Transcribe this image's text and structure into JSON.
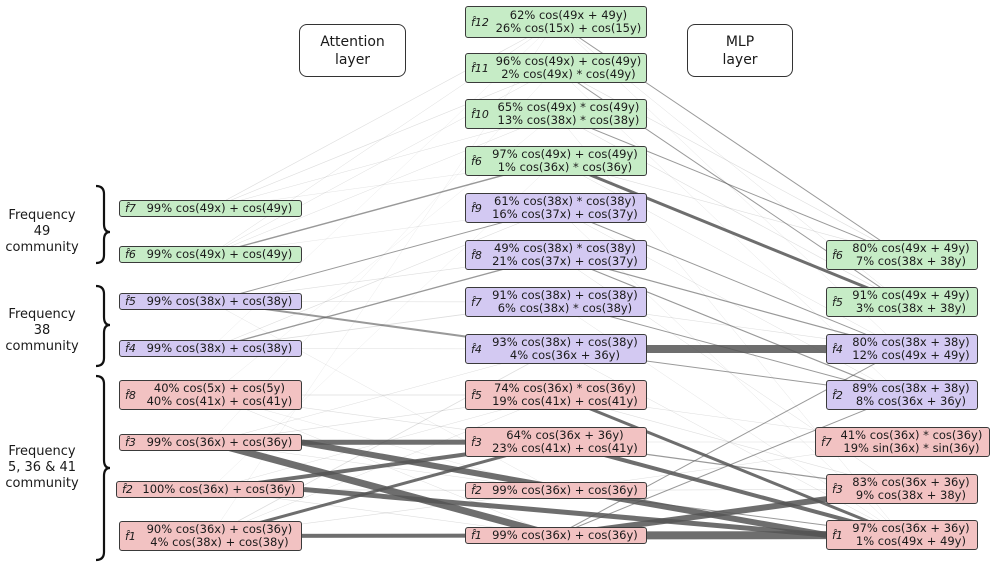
{
  "headers": {
    "attention": [
      "Attention",
      "layer"
    ],
    "mlp": [
      "MLP",
      "layer"
    ]
  },
  "communities": [
    {
      "lines": [
        "Frequency 49",
        "community"
      ]
    },
    {
      "lines": [
        "Frequency 38",
        "community"
      ]
    },
    {
      "lines": [
        "Frequency",
        "5, 36 & 41",
        "community"
      ]
    }
  ],
  "colors": {
    "green": "#c6ecc6",
    "purple": "#d3c9f2",
    "red": "#f2c2c2",
    "edge": "#555555"
  },
  "nodes": {
    "L7": {
      "sym": "f̂7",
      "lines": [
        "99% cos(49x) + cos(49y)"
      ],
      "color": "green"
    },
    "L6": {
      "sym": "f̂6",
      "lines": [
        "99% cos(49x) + cos(49y)"
      ],
      "color": "green"
    },
    "L5": {
      "sym": "f̂5",
      "lines": [
        "99% cos(38x) + cos(38y)"
      ],
      "color": "purple"
    },
    "L4": {
      "sym": "f̂4",
      "lines": [
        "99% cos(38x) + cos(38y)"
      ],
      "color": "purple"
    },
    "L8": {
      "sym": "f̂8",
      "lines": [
        "40% cos(5x) + cos(5y)",
        "40% cos(41x) + cos(41y)"
      ],
      "color": "red"
    },
    "L3": {
      "sym": "f̂3",
      "lines": [
        "99% cos(36x) + cos(36y)"
      ],
      "color": "red"
    },
    "L2": {
      "sym": "f̂2",
      "lines": [
        "100% cos(36x) + cos(36y)"
      ],
      "color": "red"
    },
    "L1": {
      "sym": "f̂1",
      "lines": [
        "90% cos(36x) + cos(36y)",
        "4% cos(38x) + cos(38y)"
      ],
      "color": "red"
    },
    "M12": {
      "sym": "f̂12",
      "lines": [
        "62% cos(49x + 49y)",
        "26% cos(15x) + cos(15y)"
      ],
      "color": "green"
    },
    "M11": {
      "sym": "f̂11",
      "lines": [
        "96% cos(49x) + cos(49y)",
        "2% cos(49x) * cos(49y)"
      ],
      "color": "green"
    },
    "M10": {
      "sym": "f̂10",
      "lines": [
        "65% cos(49x) * cos(49y)",
        "13% cos(38x) * cos(38y)"
      ],
      "color": "green"
    },
    "M6": {
      "sym": "f̂6",
      "lines": [
        "97% cos(49x) + cos(49y)",
        "1% cos(36x) * cos(36y)"
      ],
      "color": "green"
    },
    "M9": {
      "sym": "f̂9",
      "lines": [
        "61% cos(38x) * cos(38y)",
        "16% cos(37x) + cos(37y)"
      ],
      "color": "purple"
    },
    "M8": {
      "sym": "f̂8",
      "lines": [
        "49% cos(38x) * cos(38y)",
        "21% cos(37x) + cos(37y)"
      ],
      "color": "purple"
    },
    "M7": {
      "sym": "f̂7",
      "lines": [
        "91% cos(38x) + cos(38y)",
        "6% cos(38x) * cos(38y)"
      ],
      "color": "purple"
    },
    "M4": {
      "sym": "f̂4",
      "lines": [
        "93% cos(38x) + cos(38y)",
        "4% cos(36x + 36y)"
      ],
      "color": "purple"
    },
    "M5": {
      "sym": "f̂5",
      "lines": [
        "74% cos(36x) * cos(36y)",
        "19% cos(41x) + cos(41y)"
      ],
      "color": "red"
    },
    "M3": {
      "sym": "f̂3",
      "lines": [
        "64% cos(36x + 36y)",
        "23% cos(41x) + cos(41y)"
      ],
      "color": "red"
    },
    "M2": {
      "sym": "f̂2",
      "lines": [
        "99% cos(36x) + cos(36y)"
      ],
      "color": "red"
    },
    "M1": {
      "sym": "f̂1",
      "lines": [
        "99% cos(36x) + cos(36y)"
      ],
      "color": "red"
    },
    "R6": {
      "sym": "f̂6",
      "lines": [
        "80% cos(49x + 49y)",
        "7% cos(38x + 38y)"
      ],
      "color": "green"
    },
    "R5": {
      "sym": "f̂5",
      "lines": [
        "91% cos(49x + 49y)",
        "3% cos(38x + 38y)"
      ],
      "color": "green"
    },
    "R4": {
      "sym": "f̂4",
      "lines": [
        "80% cos(38x + 38y)",
        "12% cos(49x + 49y)"
      ],
      "color": "purple"
    },
    "R2": {
      "sym": "f̂2",
      "lines": [
        "89% cos(38x + 38y)",
        "8% cos(36x + 36y)"
      ],
      "color": "purple"
    },
    "R7": {
      "sym": "f̂7",
      "lines": [
        "41% cos(36x) * cos(36y)",
        "19% sin(36x) * sin(36y)"
      ],
      "color": "red"
    },
    "R3": {
      "sym": "f̂3",
      "lines": [
        "83% cos(36x + 36y)",
        "9% cos(38x + 38y)"
      ],
      "color": "red"
    },
    "R1": {
      "sym": "f̂1",
      "lines": [
        "97% cos(36x + 36y)",
        "1% cos(49x + 49y)"
      ],
      "color": "red"
    }
  },
  "edges": [
    [
      "L3",
      "M1",
      7
    ],
    [
      "L3",
      "R1",
      6
    ],
    [
      "L3",
      "M3",
      5
    ],
    [
      "L2",
      "M3",
      4
    ],
    [
      "L2",
      "R1",
      5
    ],
    [
      "L1",
      "M1",
      4
    ],
    [
      "L1",
      "M3",
      3
    ],
    [
      "M1",
      "R1",
      8
    ],
    [
      "M1",
      "R3",
      6
    ],
    [
      "M4",
      "R4",
      8
    ],
    [
      "M3",
      "R1",
      4
    ],
    [
      "M5",
      "R1",
      3
    ],
    [
      "M6",
      "R5",
      3
    ],
    [
      "L5",
      "M4",
      2
    ],
    [
      "L6",
      "M6",
      1.4
    ],
    [
      "L4",
      "M8",
      1.3
    ],
    [
      "L5",
      "M9",
      1
    ],
    [
      "M8",
      "R2",
      1.2
    ],
    [
      "M8",
      "R4",
      1.2
    ],
    [
      "M9",
      "R4",
      1
    ],
    [
      "M11",
      "R5",
      1
    ],
    [
      "M12",
      "R6",
      1
    ],
    [
      "M10",
      "R6",
      1
    ],
    [
      "M7",
      "R2",
      1
    ],
    [
      "M2",
      "R1",
      1
    ],
    [
      "M4",
      "R2",
      1
    ],
    [
      "M1",
      "R4",
      1
    ],
    [
      "M1",
      "R2",
      1
    ],
    [
      "M3",
      "R3",
      1.3
    ],
    [
      "L1",
      "M4",
      0.8
    ],
    [
      "L8",
      "M5",
      0.8
    ],
    [
      "L2",
      "M2",
      0.8
    ],
    [
      "L7",
      "M12",
      0.6
    ],
    [
      "L7",
      "M11",
      0.6
    ],
    [
      "L7",
      "M10",
      0.5
    ],
    [
      "L6",
      "M12",
      0.5
    ],
    [
      "L6",
      "M11",
      0.5
    ],
    [
      "L6",
      "M10",
      0.5
    ],
    [
      "L4",
      "M7",
      0.8
    ],
    [
      "L4",
      "M9",
      0.6
    ],
    [
      "L5",
      "M7",
      0.6
    ],
    [
      "L5",
      "M8",
      0.6
    ],
    [
      "L8",
      "M3",
      0.6
    ],
    [
      "L8",
      "M1",
      0.5
    ],
    [
      "L3",
      "M5",
      0.6
    ],
    [
      "L3",
      "M4",
      0.5
    ],
    [
      "L1",
      "M2",
      0.6
    ],
    [
      "L1",
      "M5",
      0.5
    ],
    [
      "L2",
      "M5",
      0.5
    ],
    [
      "L2",
      "M1",
      0.6
    ],
    [
      "M12",
      "R5",
      0.5
    ],
    [
      "M11",
      "R6",
      0.6
    ],
    [
      "M10",
      "R5",
      0.6
    ],
    [
      "M6",
      "R6",
      0.6
    ],
    [
      "M9",
      "R2",
      0.5
    ],
    [
      "M7",
      "R4",
      0.6
    ],
    [
      "M5",
      "R3",
      0.6
    ],
    [
      "M5",
      "R7",
      0.5
    ],
    [
      "M3",
      "R7",
      0.6
    ],
    [
      "M2",
      "R3",
      0.6
    ],
    [
      "M2",
      "R7",
      0.5
    ],
    [
      "M4",
      "R1",
      0.5
    ],
    [
      "M6",
      "R4",
      0.5
    ],
    [
      "M12",
      "R4",
      0.4
    ],
    [
      "M11",
      "R2",
      0.4
    ],
    [
      "M10",
      "R1",
      0.4
    ],
    [
      "M9",
      "R1",
      0.4
    ],
    [
      "M8",
      "R3",
      0.5
    ],
    [
      "M7",
      "R1",
      0.4
    ],
    [
      "L4",
      "M4",
      0.5
    ],
    [
      "L5",
      "M2",
      0.4
    ],
    [
      "L8",
      "M2",
      0.4
    ],
    [
      "L7",
      "M6",
      0.4
    ],
    [
      "L6",
      "M9",
      0.4
    ],
    [
      "L3",
      "M2",
      0.5
    ],
    [
      "L1",
      "M12",
      0.3
    ],
    [
      "L2",
      "M6",
      0.3
    ],
    [
      "L8",
      "M10",
      0.3
    ],
    [
      "L3",
      "M11",
      0.3
    ],
    [
      "L4",
      "M12",
      0.3
    ]
  ]
}
